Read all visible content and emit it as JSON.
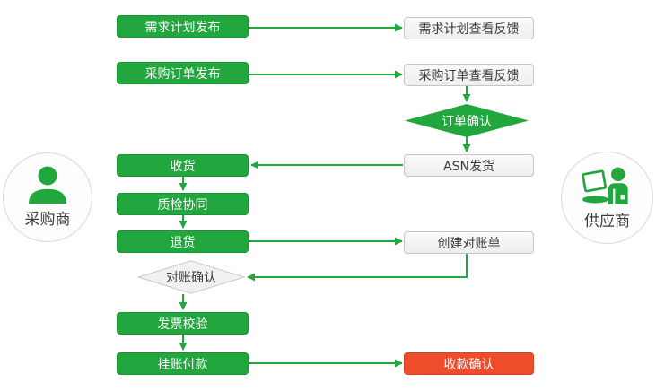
{
  "colors": {
    "green": "#22a63e",
    "red": "#ee4c2b"
  },
  "actors": {
    "buyer": {
      "label": "采购商"
    },
    "supplier": {
      "label": "供应商"
    }
  },
  "nodes": {
    "demand_plan_publish": {
      "label": "需求计划发布"
    },
    "demand_plan_feedback": {
      "label": "需求计划查看反馈"
    },
    "po_publish": {
      "label": "采购订单发布"
    },
    "po_feedback": {
      "label": "采购订单查看反馈"
    },
    "order_confirm": {
      "label": "订单确认"
    },
    "asn_ship": {
      "label": "ASN发货"
    },
    "receive_goods": {
      "label": "收货"
    },
    "quality_check": {
      "label": "质检协同"
    },
    "return_goods": {
      "label": "退货"
    },
    "create_statement": {
      "label": "创建对账单"
    },
    "recon_confirm": {
      "label": "对账确认"
    },
    "invoice_check": {
      "label": "发票校验"
    },
    "book_payment": {
      "label": "挂账付款"
    },
    "receipt_confirm": {
      "label": "收款确认"
    }
  }
}
